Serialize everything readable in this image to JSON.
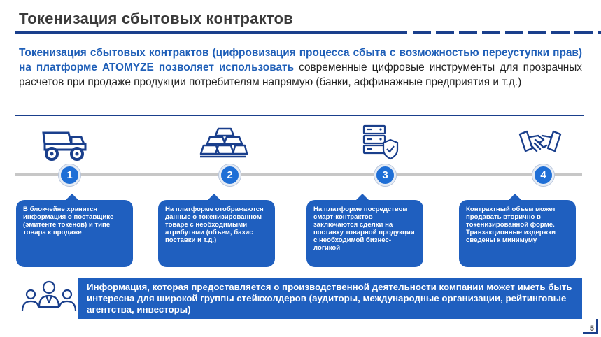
{
  "slide": {
    "title": "Токенизация сбытовых контрактов",
    "intro_bold": "Токенизация сбытовых контрактов (цифровизация процесса сбыта с возможностью переуступки прав) на платформе ATOMYZE позволяет использовать",
    "intro_normal": " современные цифровые инструменты для прозрачных расчетов при продаже продукции потребителям напрямую (банки, аффинажные предприятия и т.д.)",
    "steps": [
      {
        "number": "1",
        "icon": "mining-truck-icon",
        "text": "В блокчейне хранится информация о поставщике (эмитенте токенов) и типе товара к продаже"
      },
      {
        "number": "2",
        "icon": "gold-bars-icon",
        "text": "На платформе отображаются данные о токенизированном товаре с необходимыми атрибутами (объем, базис поставки и т.д.)"
      },
      {
        "number": "3",
        "icon": "secure-server-icon",
        "text": "На платформе посредством смарт-контрактов заключаются сделки на поставку товарной продукции с необходимой бизнес-логикой"
      },
      {
        "number": "4",
        "icon": "handshake-icon",
        "text": "Контрактный объем может продавать вторично в токенизированной форме. Транзакционные издержки сведены к минимуму"
      }
    ],
    "info_text": "Информация, которая предоставляется о производственной деятельности компании может иметь быть интересна для широкой группы стейкхолдеров (аудиторы, международные организации, рейтинговые агентства, инвесторы)",
    "info_icon": "stakeholders-icon",
    "page_number": "5"
  },
  "colors": {
    "accent": "#1f5fbf",
    "heading_blue": "#1f5fb8",
    "rule": "#1a3f8c"
  }
}
